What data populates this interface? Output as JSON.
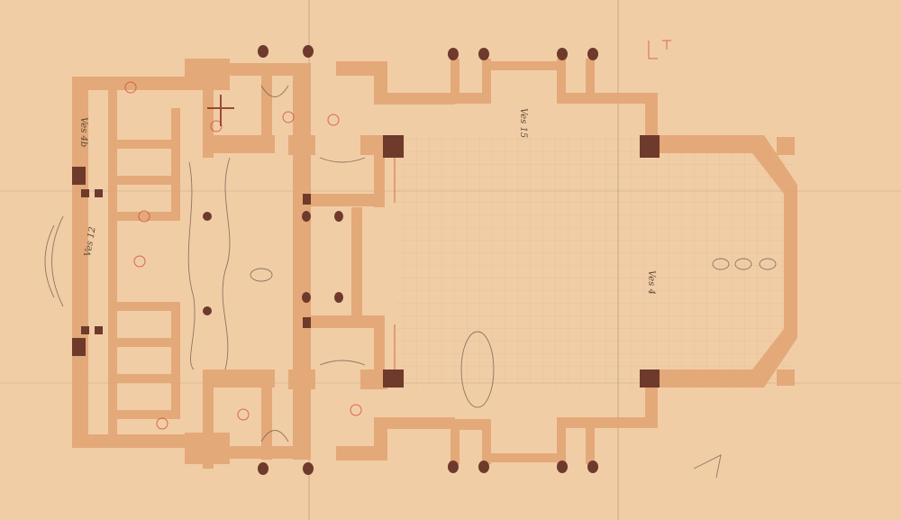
{
  "drawing": {
    "type": "architectural floor plan (scanned sketch)",
    "annotations": [
      "Ves 12",
      "Ves 15",
      "Ves 4",
      "Ves 4b"
    ]
  },
  "colors": {
    "paper": "#f1cda6",
    "wall": "#e3a676",
    "column": "#6e3a2c",
    "pencil": "#6a5a4a",
    "red_ink": "#d0503a"
  }
}
